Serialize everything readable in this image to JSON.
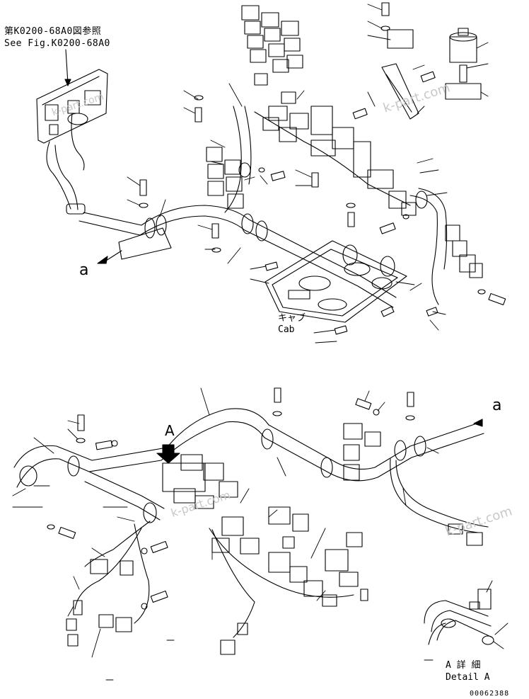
{
  "reference": {
    "jp": "第K0200-68A0図参照",
    "en": "See Fig.K0200-68A0"
  },
  "cab": {
    "jp": "キャブ",
    "en": "Cab"
  },
  "connector_marks": {
    "upper": "a",
    "lower": "a",
    "arrow_view": "A"
  },
  "detail": {
    "jp": "A 詳 細",
    "en": "Detail A"
  },
  "part_number": "00062388",
  "watermark": "k-part.com"
}
